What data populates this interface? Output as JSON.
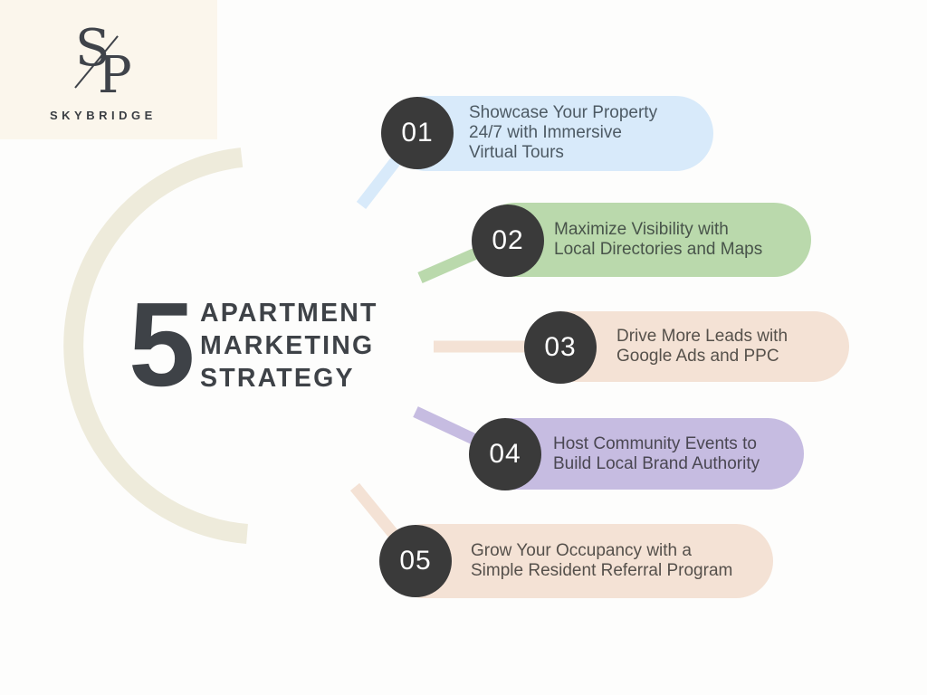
{
  "brand": {
    "monogram_top": "S",
    "monogram_bottom": "P",
    "name": "SKYBRIDGE"
  },
  "title": {
    "number": "5",
    "lines": [
      "APARTMENT",
      "MARKETING",
      "STRATEGY"
    ]
  },
  "steps": [
    {
      "number": "01",
      "text": "Showcase Your Property\n24/7 with Immersive\nVirtual Tours",
      "pill_color": "#d8eafa",
      "text_color": "#4d5a64"
    },
    {
      "number": "02",
      "text": "Maximize Visibility with\nLocal Directories and Maps",
      "pill_color": "#bad9ac",
      "text_color": "#48544a"
    },
    {
      "number": "03",
      "text": "Drive More Leads with\nGoogle Ads and PPC",
      "pill_color": "#f4e2d5",
      "text_color": "#56514b"
    },
    {
      "number": "04",
      "text": "Host Community Events to\nBuild Local Brand Authority",
      "pill_color": "#c6bce1",
      "text_color": "#4a4752"
    },
    {
      "number": "05",
      "text": "Grow Your Occupancy with a\nSimple Resident Referral Program",
      "pill_color": "#f4e2d5",
      "text_color": "#55504b"
    }
  ],
  "colors": {
    "page_background": "#fdfdfc",
    "logo_background": "#fbf6ec",
    "badge_background": "#3a3a3a",
    "badge_text": "#ffffff",
    "arc": "#eeebdb",
    "title_text": "#3e4247"
  }
}
